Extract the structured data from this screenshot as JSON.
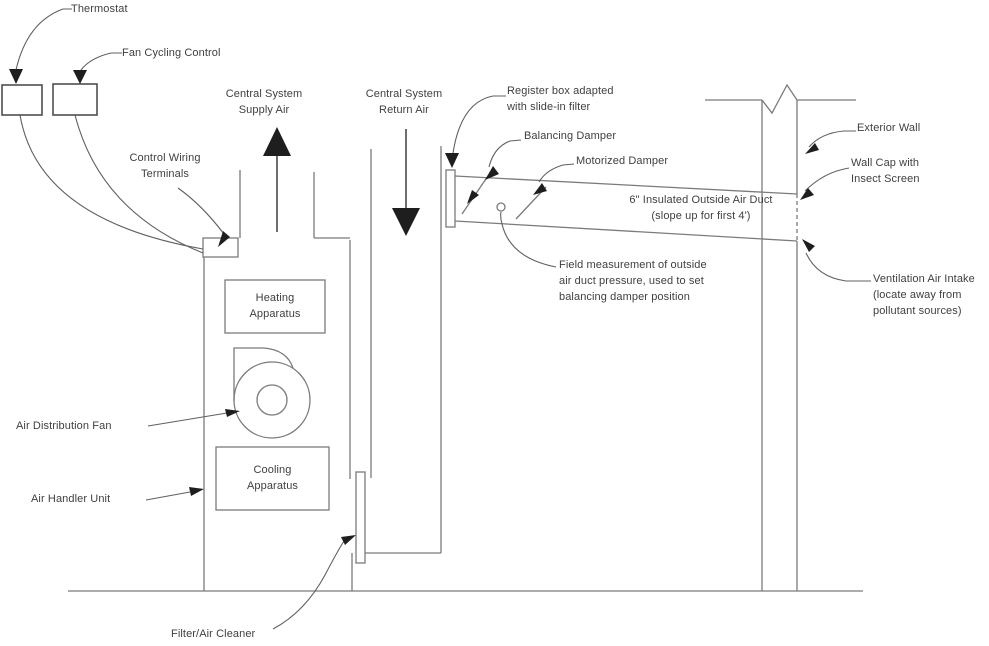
{
  "diagram": {
    "type": "hvac-outside-air-intake-schematic",
    "labels": {
      "thermostat": "Thermostat",
      "fan_cycling_control": "Fan Cycling Control",
      "central_supply": "Central System\nSupply Air",
      "central_return": "Central System\nReturn Air",
      "control_wiring_terminals": "Control Wiring\nTerminals",
      "register_box": "Register box adapted\nwith slide-in filter",
      "balancing_damper": "Balancing Damper",
      "motorized_damper": "Motorized Damper",
      "outside_air_duct": "6\" Insulated Outside Air Duct\n(slope up for first 4')",
      "field_measurement": "Field measurement of outside\nair duct pressure, used to set\nbalancing damper position",
      "exterior_wall": "Exterior Wall",
      "wall_cap": "Wall Cap with\nInsect Screen",
      "ventilation_intake": "Ventilation Air Intake\n(locate away from\npollutant sources)",
      "heating_apparatus": "Heating\nApparatus",
      "cooling_apparatus": "Cooling\nApparatus",
      "air_distribution_fan": "Air Distribution Fan",
      "air_handler_unit": "Air Handler Unit",
      "filter_air_cleaner": "Filter/Air Cleaner"
    },
    "colors": {
      "background": "#ffffff",
      "line": "#7b7b7b",
      "leader": "#606060",
      "arrowhead": "#1e1e1e",
      "text": "#3f3f3f"
    }
  }
}
